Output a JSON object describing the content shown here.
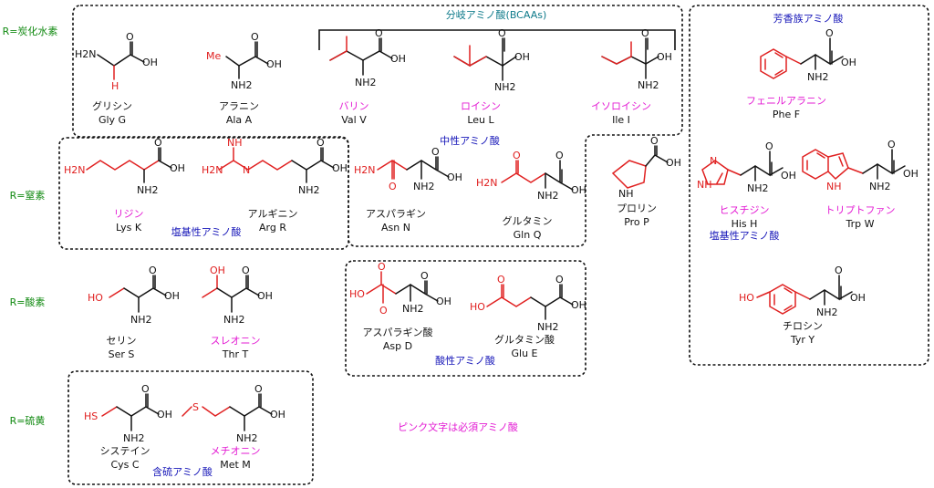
{
  "rows": {
    "hydrocarbon": "R=炭化水素",
    "nitrogen": "R=窒素",
    "oxygen": "R=酸素",
    "sulfur": "R=硫黄"
  },
  "groups": {
    "bcaa": "分岐アミノ酸(BCAAs)",
    "neutral": "中性アミノ酸",
    "basic": "塩基性アミノ酸",
    "acidic": "酸性アミノ酸",
    "sulfur": "含硫アミノ酸",
    "aromatic": "芳香族アミノ酸",
    "basic_his": "塩基性アミノ酸"
  },
  "note": "ピンク文字は必須アミノ酸",
  "amino_acids": [
    {
      "jp": "グリシン",
      "en": "Gly G"
    },
    {
      "jp": "アラニン",
      "en": "Ala A"
    },
    {
      "jp": "バリン",
      "en": "Val V"
    },
    {
      "jp": "ロイシン",
      "en": "Leu L"
    },
    {
      "jp": "イソロイシン",
      "en": "Ile I"
    },
    {
      "jp": "リジン",
      "en": "Lys K"
    },
    {
      "jp": "アルギニン",
      "en": "Arg R"
    },
    {
      "jp": "アスパラギン",
      "en": "Asn N"
    },
    {
      "jp": "グルタミン",
      "en": "Gln Q"
    },
    {
      "jp": "プロリン",
      "en": "Pro P"
    },
    {
      "jp": "セリン",
      "en": "Ser S"
    },
    {
      "jp": "スレオニン",
      "en": "Thr T"
    },
    {
      "jp": "アスパラギン酸",
      "en": "Asp D"
    },
    {
      "jp": "グルタミン酸",
      "en": "Glu E"
    },
    {
      "jp": "システイン",
      "en": "Cys C"
    },
    {
      "jp": "メチオニン",
      "en": "Met M"
    },
    {
      "jp": "フェニルアラニン",
      "en": "Phe F"
    },
    {
      "jp": "ヒスチジン",
      "en": "His H"
    },
    {
      "jp": "トリプトファン",
      "en": "Trp W"
    },
    {
      "jp": "チロシン",
      "en": "Tyr Y"
    }
  ],
  "atoms": {
    "oh": "OH",
    "o": "O",
    "nh2": "NH2",
    "h2n": "H2N",
    "h": "H",
    "me": "Me",
    "nh": "NH",
    "n": "N",
    "ho": "HO",
    "hs": "HS",
    "s": "S"
  },
  "colors": {
    "essential": "#e31bd3",
    "group": "#1515b8",
    "row": "#128a12",
    "sidechain": "#e02020",
    "bcaa": "#0e7a8a"
  }
}
